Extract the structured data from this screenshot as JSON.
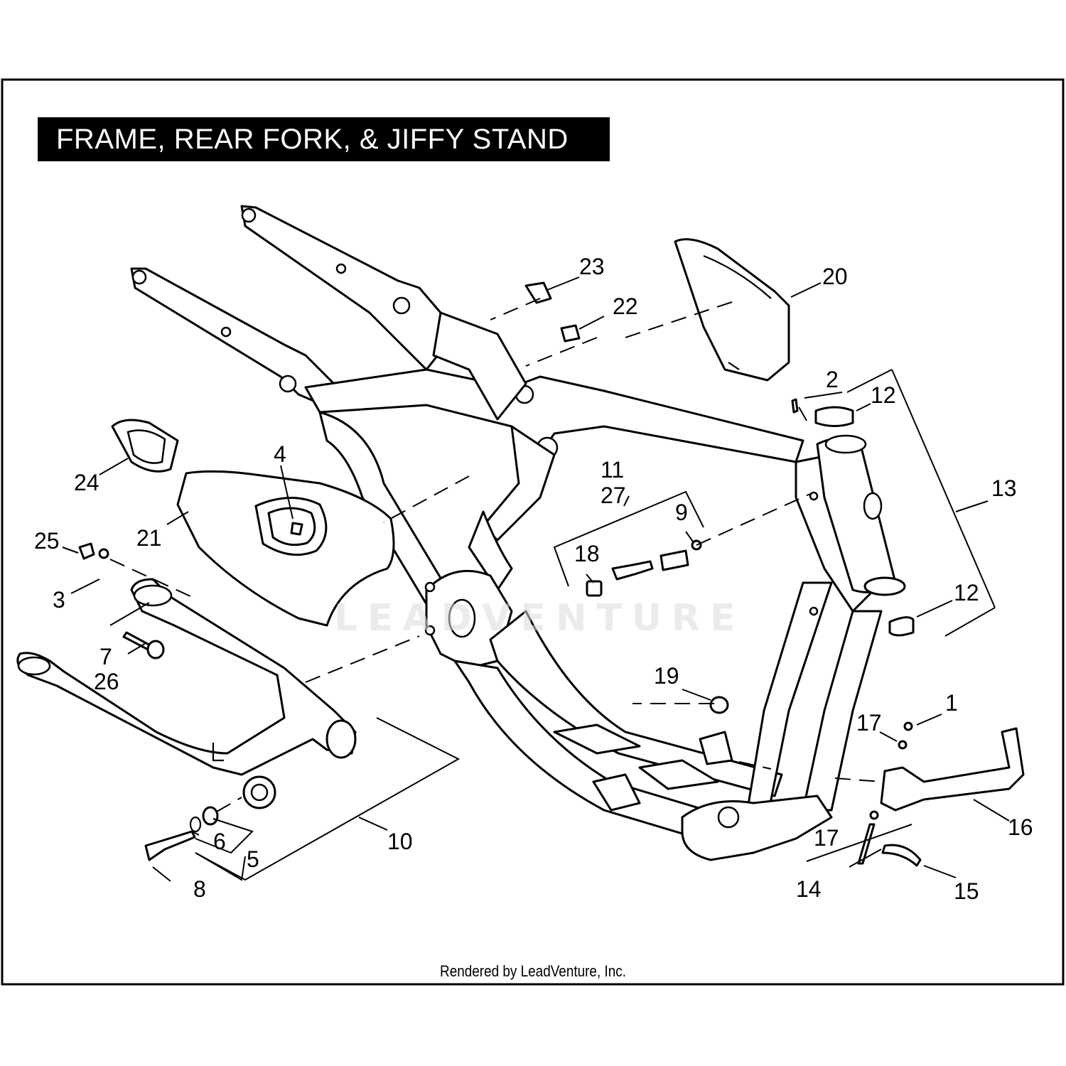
{
  "title": "FRAME, REAR FORK, & JIFFY STAND",
  "footer": "Rendered by LeadVenture, Inc.",
  "watermark": "LEADVENTURE",
  "callouts": {
    "c1": "1",
    "c2": "2",
    "c3": "3",
    "c4": "4",
    "c5": "5",
    "c6": "6",
    "c7": "7",
    "c8": "8",
    "c9": "9",
    "c10": "10",
    "c11": "11",
    "c12a": "12",
    "c12b": "12",
    "c13": "13",
    "c14": "14",
    "c15": "15",
    "c16": "16",
    "c17a": "17",
    "c17b": "17",
    "c18": "18",
    "c19": "19",
    "c20": "20",
    "c21": "21",
    "c22": "22",
    "c23": "23",
    "c24": "24",
    "c25": "25",
    "c26": "26",
    "c27": "27"
  },
  "colors": {
    "line": "#000000",
    "background": "#ffffff",
    "title_bg": "#000000",
    "title_fg": "#ffffff"
  }
}
